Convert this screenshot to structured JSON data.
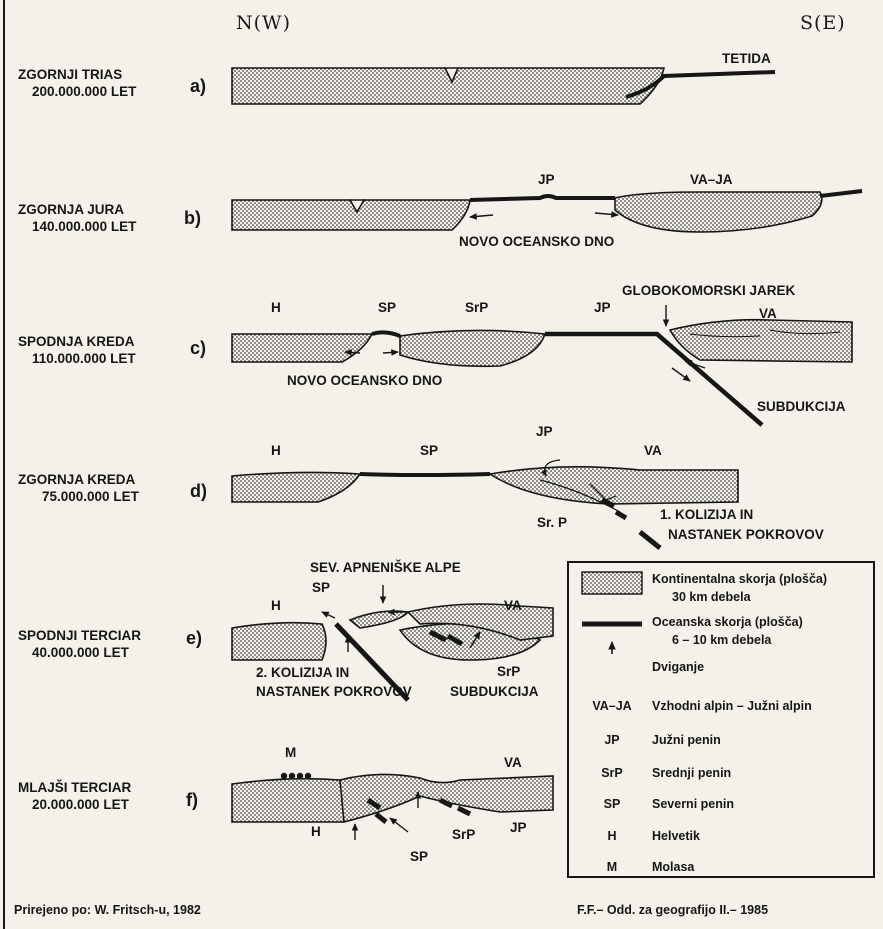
{
  "directions": {
    "north": "N(W)",
    "south": "S(E)"
  },
  "panels": [
    {
      "letter": "a)",
      "era": "ZGORNJI TRIAS",
      "age": "200.000.000 LET"
    },
    {
      "letter": "b)",
      "era": "ZGORNJA JURA",
      "age": "140.000.000 LET"
    },
    {
      "letter": "c)",
      "era": "SPODNJA KREDA",
      "age": "110.000.000 LET"
    },
    {
      "letter": "d)",
      "era": "ZGORNJA KREDA",
      "age": "75.000.000 LET"
    },
    {
      "letter": "e)",
      "era": "SPODNJI TERCIAR",
      "age": "40.000.000 LET"
    },
    {
      "letter": "f)",
      "era": "MLAJŠI TERCIAR",
      "age": "20.000.000 LET"
    }
  ],
  "annotations": {
    "a_tetida": "TETIDA",
    "b_jp": "JP",
    "b_vaja": "VA–JA",
    "b_novo": "NOVO OCEANSKO DNO",
    "c_h": "H",
    "c_sp": "SP",
    "c_srp": "SrP",
    "c_jp": "JP",
    "c_jarek": "GLOBOKOMORSKI JAREK",
    "c_va": "VA",
    "c_novo": "NOVO OCEANSKO DNO",
    "c_subdukcija": "SUBDUKCIJA",
    "d_jp": "JP",
    "d_h": "H",
    "d_sp": "SP",
    "d_va": "VA",
    "d_srp": "Sr. P",
    "d_kolizija_1": "1. KOLIZIJA IN",
    "d_kolizija_2": "NASTANEK POKROVOV",
    "e_alpe": "SEV. APNENIŠKE ALPE",
    "e_sp": "SP",
    "e_h": "H",
    "e_va": "VA",
    "e_kolizija_1": "2. KOLIZIJA IN",
    "e_kolizija_2": "NASTANEK POKROVOV",
    "e_srp": "SrP",
    "e_subdukcija": "SUBDUKCIJA",
    "f_m": "M",
    "f_va": "VA",
    "f_h": "H",
    "f_srp": "SrP",
    "f_jp": "JP",
    "f_sp": "SP"
  },
  "legend": {
    "continental_1": "Kontinentalna skorja (plošča)",
    "continental_2": "30 km debela",
    "oceanic_1": "Oceanska skorja (plošča)",
    "oceanic_2": "6 – 10 km debela",
    "uplift": "Dviganje",
    "items": [
      {
        "code": "VA–JA",
        "text": "Vzhodni alpin – Južni alpin"
      },
      {
        "code": "JP",
        "text": "Južni penin"
      },
      {
        "code": "SrP",
        "text": "Srednji penin"
      },
      {
        "code": "SP",
        "text": "Severni penin"
      },
      {
        "code": "H",
        "text": "Helvetik"
      },
      {
        "code": "M",
        "text": "Molasa"
      }
    ]
  },
  "footer": {
    "left": "Prirejeno po: W. Fritsch-u, 1982",
    "right": "F.F.– Odd. za geografijo II.– 1985"
  }
}
